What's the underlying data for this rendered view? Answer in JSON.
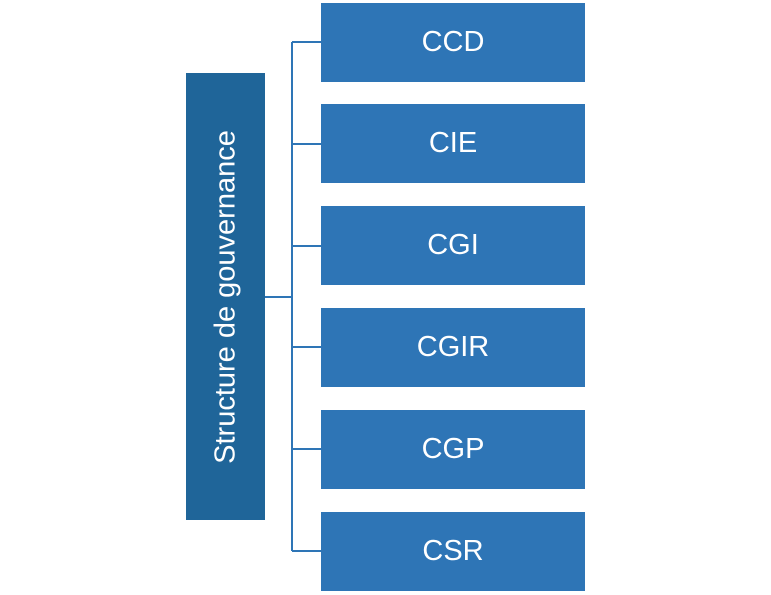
{
  "diagram": {
    "root": {
      "label": "Structure de gouvernance"
    },
    "children": [
      {
        "label": "CCD"
      },
      {
        "label": "CIE"
      },
      {
        "label": "CGI"
      },
      {
        "label": "CGIR"
      },
      {
        "label": "CGP"
      },
      {
        "label": "CSR"
      }
    ],
    "colors": {
      "root_fill": "#1f6599",
      "child_fill": "#2e75b6",
      "connector": "#2e75b6",
      "text": "#ffffff"
    }
  }
}
